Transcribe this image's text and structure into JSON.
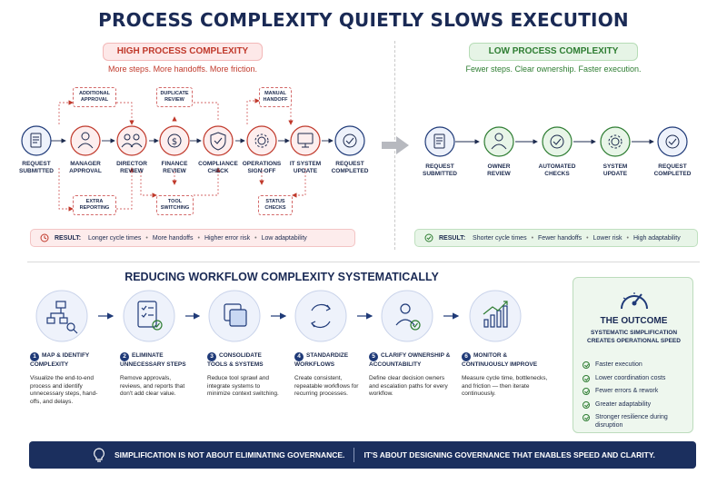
{
  "title": "PROCESS COMPLEXITY QUIETLY SLOWS EXECUTION",
  "high": {
    "heading": "HIGH PROCESS COMPLEXITY",
    "subheading": "More steps. More handoffs. More friction.",
    "nodes": [
      {
        "label": "REQUEST SUBMITTED",
        "icon": "document-icon"
      },
      {
        "label": "MANAGER APPROVAL",
        "icon": "person-icon"
      },
      {
        "label": "DIRECTOR REVIEW",
        "icon": "group-icon"
      },
      {
        "label": "FINANCE REVIEW",
        "icon": "dollar-icon"
      },
      {
        "label": "COMPLIANCE CHECK",
        "icon": "shield-icon"
      },
      {
        "label": "OPERATIONS SIGN-OFF",
        "icon": "gear-icon"
      },
      {
        "label": "IT SYSTEM UPDATE",
        "icon": "monitor-icon"
      },
      {
        "label": "REQUEST COMPLETED",
        "icon": "check-icon"
      }
    ],
    "boxes": {
      "additional_approval": "ADDITIONAL APPROVAL",
      "duplicate_review": "DUPLICATE REVIEW",
      "manual_handoff": "MANUAL HANDOFF",
      "extra_reporting": "EXTRA REPORTING",
      "tool_switching": "TOOL SWITCHING",
      "status_checks": "STATUS CHECKS"
    },
    "result": {
      "label": "RESULT:",
      "items": [
        "Longer cycle times",
        "More handoffs",
        "Higher error risk",
        "Low adaptability"
      ]
    }
  },
  "low": {
    "heading": "LOW PROCESS COMPLEXITY",
    "subheading": "Fewer steps. Clear ownership. Faster execution.",
    "nodes": [
      {
        "label": "REQUEST SUBMITTED",
        "icon": "document-icon"
      },
      {
        "label": "OWNER REVIEW",
        "icon": "person-icon"
      },
      {
        "label": "AUTOMATED CHECKS",
        "icon": "check-icon"
      },
      {
        "label": "SYSTEM UPDATE",
        "icon": "gear-icon"
      },
      {
        "label": "REQUEST COMPLETED",
        "icon": "check-icon"
      }
    ],
    "result": {
      "label": "RESULT:",
      "items": [
        "Shorter cycle times",
        "Fewer handoffs",
        "Lower risk",
        "High adaptability"
      ]
    }
  },
  "steps_section": {
    "title": "REDUCING WORKFLOW COMPLEXITY SYSTEMATICALLY",
    "steps": [
      {
        "num": "1",
        "title": "MAP & IDENTIFY COMPLEXITY",
        "desc": "Visualize the end-to-end process and identify unnecessary steps, hand-offs, and delays.",
        "icon": "flowchart-search-icon"
      },
      {
        "num": "2",
        "title": "ELIMINATE UNNECESSARY STEPS",
        "desc": "Remove approvals, reviews, and reports that don't add clear value.",
        "icon": "checklist-icon"
      },
      {
        "num": "3",
        "title": "CONSOLIDATE TOOLS & SYSTEMS",
        "desc": "Reduce tool sprawl and integrate systems to minimize context switching.",
        "icon": "layers-icon"
      },
      {
        "num": "4",
        "title": "STANDARDIZE WORKFLOWS",
        "desc": "Create consistent, repeatable workflows for recurring processes.",
        "icon": "cycle-icon"
      },
      {
        "num": "5",
        "title": "CLARIFY OWNERSHIP & ACCOUNTABILITY",
        "desc": "Define clear decision owners and escalation paths for every workflow.",
        "icon": "owner-check-icon"
      },
      {
        "num": "6",
        "title": "MONITOR & CONTINUOUSLY IMPROVE",
        "desc": "Measure cycle time, bottlenecks, and friction — then iterate continuously.",
        "icon": "growth-chart-icon"
      }
    ]
  },
  "outcome": {
    "title": "THE OUTCOME",
    "subtitle": "SYSTEMATIC SIMPLIFICATION CREATES OPERATIONAL SPEED",
    "items": [
      "Faster execution",
      "Lower coordination costs",
      "Fewer errors & rework",
      "Greater adaptability",
      "Stronger resilience during disruption"
    ]
  },
  "footer": {
    "left": "SIMPLIFICATION IS NOT ABOUT ELIMINATING GOVERNANCE.",
    "right": "IT'S ABOUT DESIGNING GOVERNANCE THAT ENABLES SPEED AND CLARITY."
  },
  "colors": {
    "navy": "#1b2f5e",
    "red": "#c0392b",
    "green": "#2e7d32",
    "blue_icon": "#1f3a78"
  }
}
